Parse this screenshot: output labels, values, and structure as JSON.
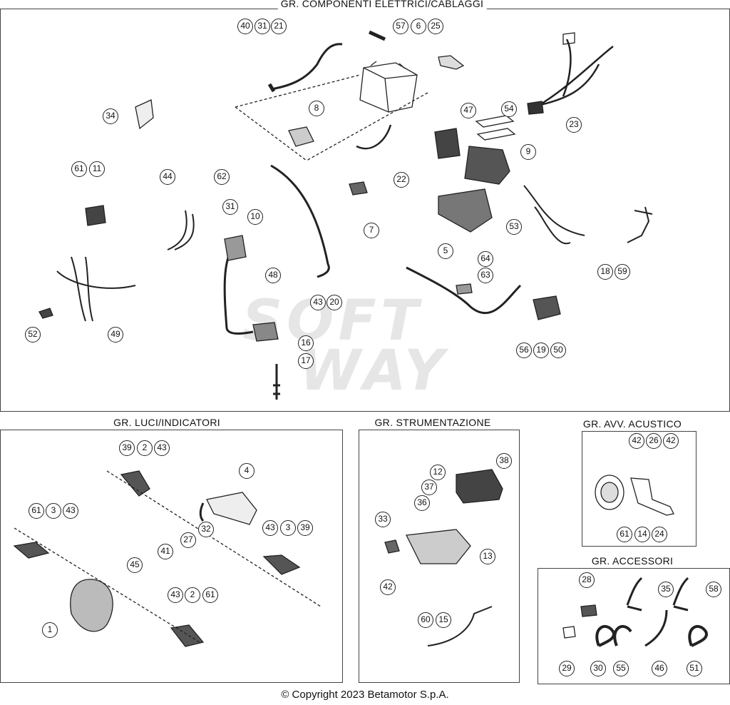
{
  "sections": {
    "main": {
      "title": "GR. COMPONENTI ELETTRICI/CABLAGGI"
    },
    "lights": {
      "title": "GR. LUCI/INDICATORI"
    },
    "instruments": {
      "title": "GR. STRUMENTAZIONE"
    },
    "horn": {
      "title": "GR. AVV. ACUSTICO"
    },
    "accessories": {
      "title": "GR. ACCESSORI"
    }
  },
  "watermark": {
    "line1": "SOFT",
    "line2": "WAY"
  },
  "callouts": {
    "main": [
      "40",
      "31",
      "21",
      "57",
      "6",
      "25",
      "34",
      "8",
      "47",
      "54",
      "23",
      "9",
      "61",
      "11",
      "44",
      "62",
      "22",
      "31",
      "7",
      "53",
      "10",
      "5",
      "18",
      "59",
      "48",
      "64",
      "63",
      "43",
      "20",
      "52",
      "49",
      "56",
      "19",
      "50",
      "16",
      "17"
    ],
    "lights": [
      "39",
      "2",
      "43",
      "4",
      "61",
      "3",
      "43",
      "32",
      "27",
      "43",
      "3",
      "39",
      "41",
      "45",
      "1",
      "43",
      "2",
      "61"
    ],
    "instruments": [
      "12",
      "38",
      "37",
      "36",
      "33",
      "13",
      "42",
      "60",
      "15"
    ],
    "horn": [
      "42",
      "26",
      "42",
      "61",
      "14",
      "24"
    ],
    "accessories": [
      "28",
      "35",
      "58",
      "29",
      "30",
      "55",
      "46",
      "51"
    ]
  },
  "footer": {
    "copyright": "© Copyright 2023 Betamotor S.p.A."
  }
}
